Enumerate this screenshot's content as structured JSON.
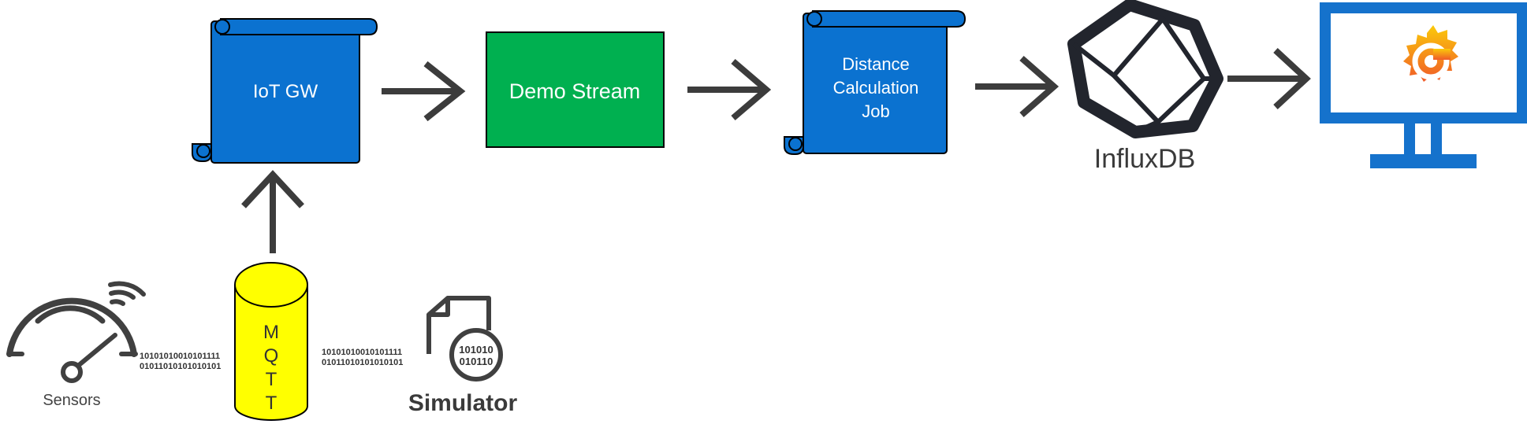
{
  "nodes": {
    "iot_gw": {
      "label": "IoT GW"
    },
    "demo_stream": {
      "label": "Demo Stream"
    },
    "distance_job": {
      "lines": [
        "Distance",
        "Calculation",
        "Job"
      ]
    },
    "influxdb": {
      "label": "InfluxDB"
    },
    "mqtt": {
      "letters": [
        "M",
        "Q",
        "T",
        "T"
      ]
    },
    "sensors": {
      "label": "Sensors"
    },
    "simulator": {
      "label": "Simulator",
      "doc_lines": [
        "101010",
        "010110"
      ]
    }
  },
  "binary_streams": {
    "sensors_to_mqtt": [
      "10101010010101111",
      "01011010101010101"
    ],
    "simulator_to_mqtt": [
      "10101010010101111",
      "01011010101010101"
    ]
  },
  "colors": {
    "scroll_blue": "#0B72D0",
    "stream_green": "#00B050",
    "mqtt_yellow": "#FFFF00",
    "arrow_gray": "#3C3C3C",
    "monitor_blue": "#1572CC",
    "influx_dark": "#22252D",
    "icon_gray": "#404040"
  }
}
